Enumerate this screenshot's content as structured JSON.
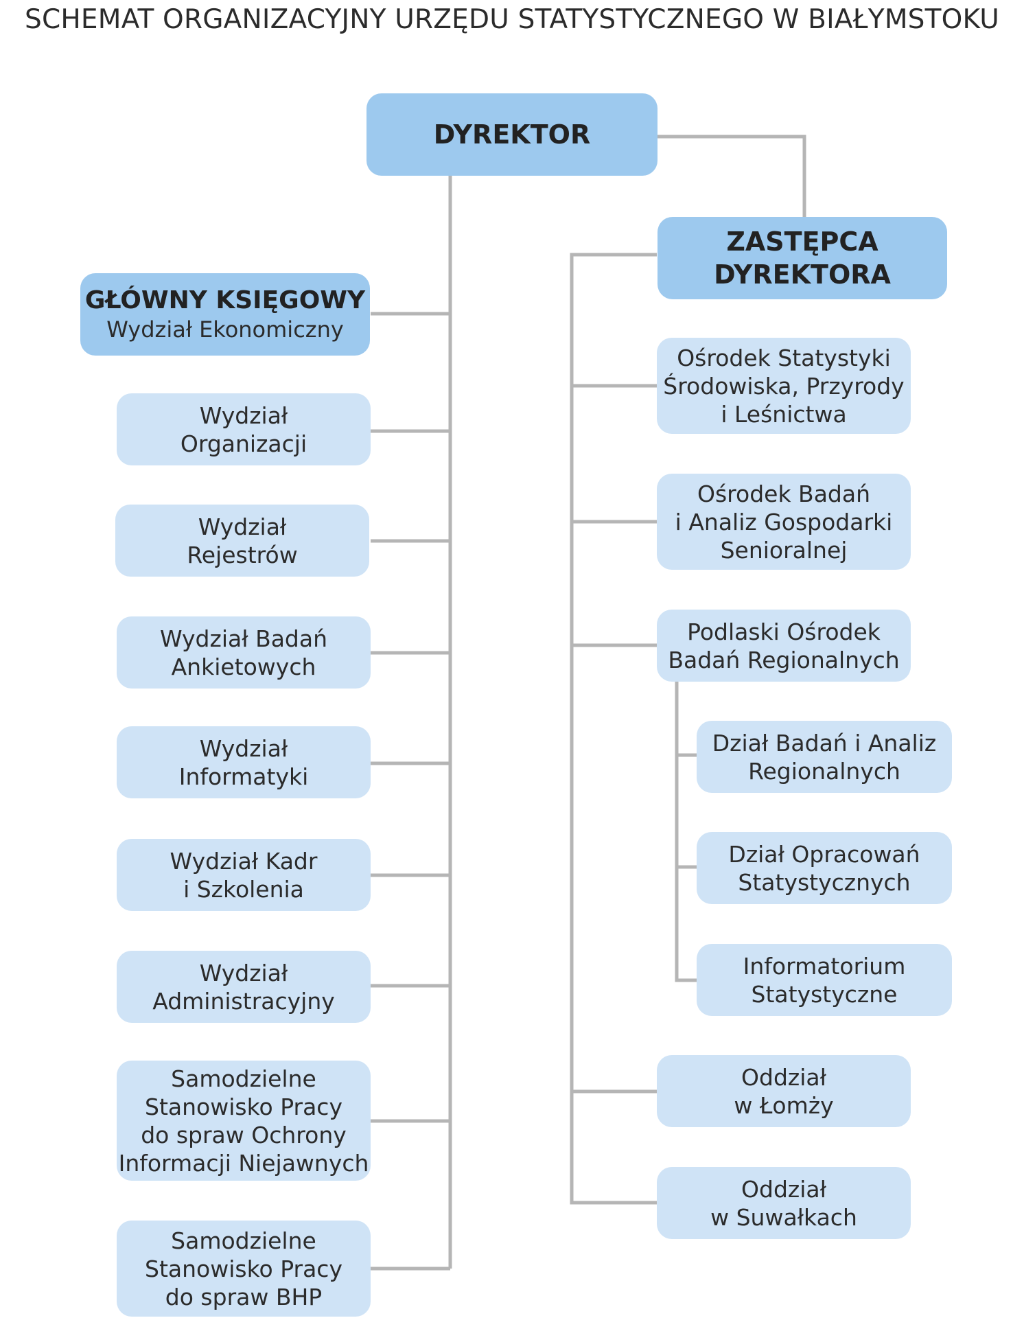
{
  "title": "SCHEMAT ORGANIZACYJNY URZĘDU STATYSTYCZNEGO W BIAŁYMSTOKU",
  "colors": {
    "primary_box": "#9dc9ee",
    "secondary_box": "#cfe3f6",
    "connector": "#b5b5b5",
    "text": "#2b2b2b"
  },
  "director": {
    "label": "DYREKTOR"
  },
  "deputy": {
    "lines": [
      "ZASTĘPCA",
      "DYREKTORA"
    ]
  },
  "chief_accountant": {
    "label": "GŁÓWNY KSIĘGOWY",
    "subtitle": "Wydział Ekonomiczny"
  },
  "left_units": [
    {
      "lines": [
        "Wydział",
        "Organizacji"
      ]
    },
    {
      "lines": [
        "Wydział",
        "Rejestrów"
      ]
    },
    {
      "lines": [
        "Wydział Badań",
        "Ankietowych"
      ]
    },
    {
      "lines": [
        "Wydział",
        "Informatyki"
      ]
    },
    {
      "lines": [
        "Wydział Kadr",
        "i Szkolenia"
      ]
    },
    {
      "lines": [
        "Wydział",
        "Administracyjny"
      ]
    },
    {
      "lines": [
        "Samodzielne",
        "Stanowisko Pracy",
        "do spraw Ochrony",
        "Informacji Niejawnych"
      ]
    },
    {
      "lines": [
        "Samodzielne",
        "Stanowisko Pracy",
        "do spraw BHP"
      ]
    }
  ],
  "right_units": [
    {
      "lines": [
        "Ośrodek Statystyki",
        "Środowiska, Przyrody",
        "i Leśnictwa"
      ]
    },
    {
      "lines": [
        "Ośrodek Badań",
        "i Analiz Gospodarki",
        "Senioralnej"
      ]
    },
    {
      "lines": [
        "Podlaski Ośrodek",
        "Badań Regionalnych"
      ]
    },
    {
      "lines": [
        "Oddział",
        "w Łomży"
      ]
    },
    {
      "lines": [
        "Oddział",
        "w Suwałkach"
      ]
    }
  ],
  "regional_subunits": [
    {
      "lines": [
        "Dział Badań i Analiz",
        "Regionalnych"
      ]
    },
    {
      "lines": [
        "Dział Opracowań",
        "Statystycznych"
      ]
    },
    {
      "lines": [
        "Informatorium",
        "Statystyczne"
      ]
    }
  ]
}
